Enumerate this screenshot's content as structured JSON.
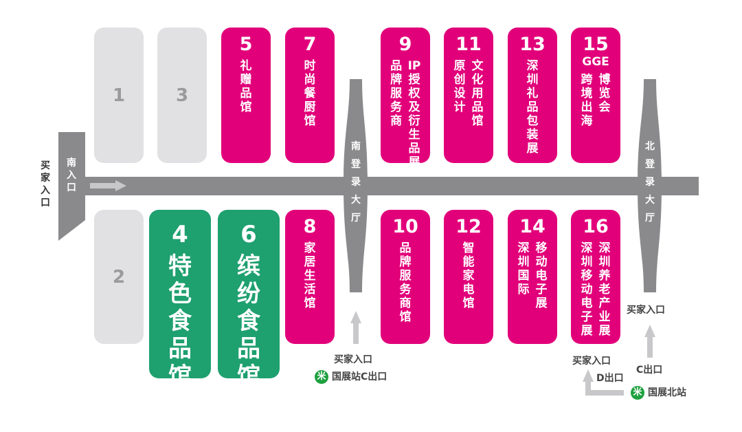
{
  "colors": {
    "pink": "#E2007A",
    "green": "#1EA06F",
    "gray_hall": "#E1E1E3",
    "corridor": "#8A8A8C",
    "arrow": "#C8C8CA",
    "metro": "#1EA040"
  },
  "halls": {
    "h1": {
      "num": "1"
    },
    "h3": {
      "num": "3"
    },
    "h2": {
      "num": "2"
    },
    "h5": {
      "num": "5",
      "cols": [
        {
          "text": "礼赠品馆"
        }
      ]
    },
    "h7": {
      "num": "7",
      "cols": [
        {
          "text": "时尚餐厨馆"
        }
      ]
    },
    "h9": {
      "num": "9",
      "cols": [
        {
          "text": "品牌服务商"
        },
        {
          "top": "IP",
          "text": "授权及衍生品展"
        }
      ]
    },
    "h11": {
      "num": "11",
      "cols": [
        {
          "text": "原创设计"
        },
        {
          "text": "文化用品馆"
        }
      ]
    },
    "h13": {
      "num": "13",
      "cols": [
        {
          "text": "深圳礼品包装展"
        }
      ]
    },
    "h15": {
      "num": "15",
      "head": "GGE",
      "cols": [
        {
          "text": "跨境出海"
        },
        {
          "text": "博览会"
        }
      ]
    },
    "h4": {
      "num": "4",
      "cols": [
        {
          "text": "特色食品馆"
        }
      ]
    },
    "h6": {
      "num": "6",
      "cols": [
        {
          "text": "缤纷食品馆"
        }
      ]
    },
    "h8": {
      "num": "8",
      "cols": [
        {
          "text": "家居生活馆"
        }
      ]
    },
    "h10": {
      "num": "10",
      "cols": [
        {
          "text": "品牌服务商馆"
        }
      ]
    },
    "h12": {
      "num": "12",
      "cols": [
        {
          "text": "智能家电馆"
        }
      ]
    },
    "h14": {
      "num": "14",
      "cols": [
        {
          "text": "深圳国际"
        },
        {
          "text": "移动电子展"
        }
      ]
    },
    "h16": {
      "num": "16",
      "cols": [
        {
          "text": "深圳移动电子展"
        },
        {
          "text": "深圳养老产业展"
        }
      ]
    }
  },
  "labels": {
    "south_entrance": "南入口",
    "buyer_entrance": "买家入口",
    "south_hall": "南登录大厅",
    "north_hall": "北登录大厅",
    "buyer_entrance_south": "买家入口",
    "metro_south": "国展站C出口",
    "buyer_entrance_north": "买家入口",
    "buyer_entrance_d": "买家入口",
    "exit_d": "D出口",
    "exit_c": "C出口",
    "metro_north": "国展北站"
  },
  "icons": {
    "metro": "shenzhen-metro-logo",
    "arrow": "arrow-up"
  }
}
